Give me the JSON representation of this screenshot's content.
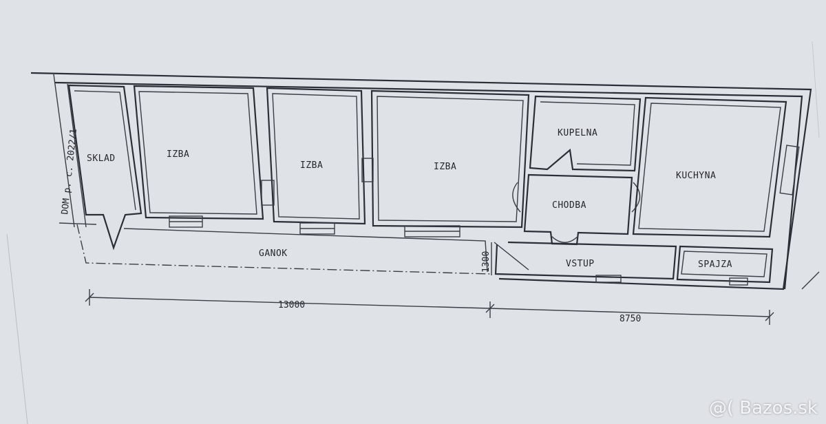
{
  "rooms": {
    "sklad": "SKLAD",
    "izba_1": "IZBA",
    "izba_2": "IZBA",
    "izba_3": "IZBA",
    "kupelna": "KUPELNA",
    "chodba": "CHODBA",
    "kuchyna": "KUCHYNA",
    "ganok": "GANOK",
    "vstup": "VSTUP",
    "spajza": "SPAJZA"
  },
  "side_label": "DOM p. c.  2022/1",
  "dimensions": {
    "length_left": "13000",
    "length_right": "8750",
    "depth_entry": "1300"
  },
  "watermark": "@( Bazos.sk"
}
